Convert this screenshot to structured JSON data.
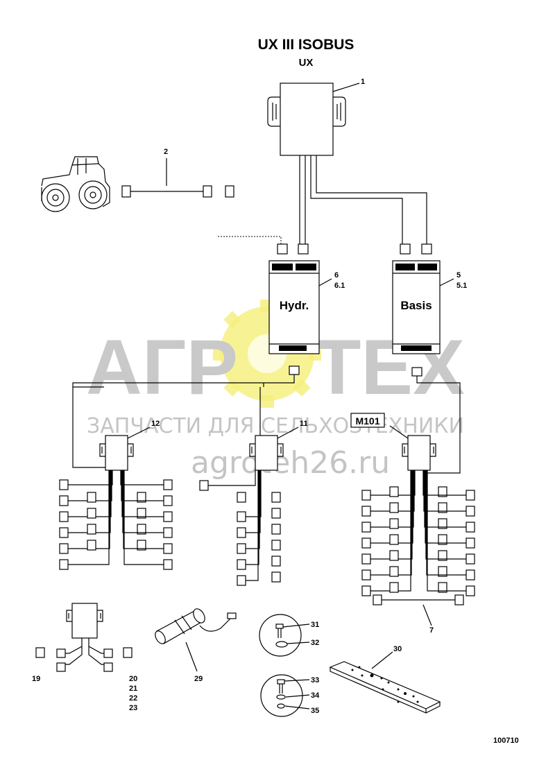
{
  "header": {
    "title": "UX III  ISOBUS",
    "subtitle": "UX"
  },
  "modules": {
    "hydr_label": "Hydr.",
    "basis_label": "Basis",
    "m101_label": "M101"
  },
  "callouts": {
    "c1": "1",
    "c2": "2",
    "c5": "5",
    "c5_1": "5.1",
    "c6": "6",
    "c6_1": "6.1",
    "c7": "7",
    "c11": "11",
    "c12": "12",
    "c19": "19",
    "c20": "20",
    "c21": "21",
    "c22": "22",
    "c23": "23",
    "c29": "29",
    "c30": "30",
    "c31": "31",
    "c32": "32",
    "c33": "33",
    "c34": "34",
    "c35": "35"
  },
  "watermark": {
    "brand": "АГРОТЕХ",
    "brand_left": "АГР",
    "brand_right": "ТЕХ",
    "tagline": "ЗАПЧАСТИ ДЛЯ СЕЛЬХОЗТЕХНИКИ",
    "url": "agroteh26.ru",
    "gear_color": "#f5f07a",
    "text_color": "#c9c9c9"
  },
  "drawing_number": "100710"
}
